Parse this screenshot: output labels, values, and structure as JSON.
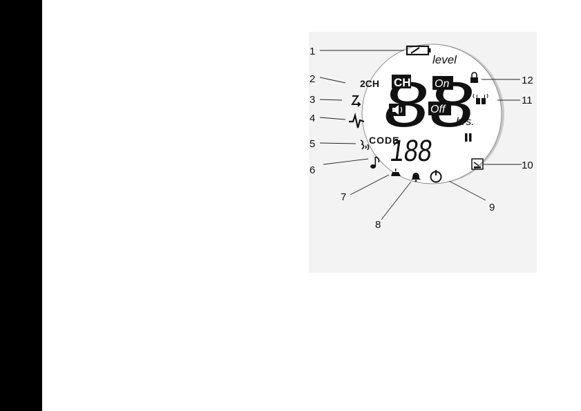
{
  "callouts": {
    "n1": "1",
    "n2": "2",
    "n3": "3",
    "n4": "4",
    "n5": "5",
    "n6": "6",
    "n7": "7",
    "n8": "8",
    "n9": "9",
    "n10": "10",
    "n11": "11",
    "n12": "12"
  },
  "lcd": {
    "level_label": "level",
    "two_ch_label": "2CH",
    "ch_label": "CH",
    "on_label": "On",
    "off_label": "Off",
    "hrs_label": "hrs.",
    "code_label": "CODE",
    "code_digits": "188",
    "main_digits": "88"
  },
  "icons": {
    "battery": "battery-icon",
    "scan": "scan-icon",
    "vox": "vox-icon",
    "speaker": "speaker-icon",
    "voice_code": "voice-code-icon",
    "music": "music-note-icon",
    "roger_beep": "roger-beep-icon",
    "bell": "bell-icon",
    "power": "power-icon",
    "monitor": "monitor-icon",
    "radios": "radios-icon",
    "lock": "lock-icon",
    "pause": "pause-icon"
  }
}
